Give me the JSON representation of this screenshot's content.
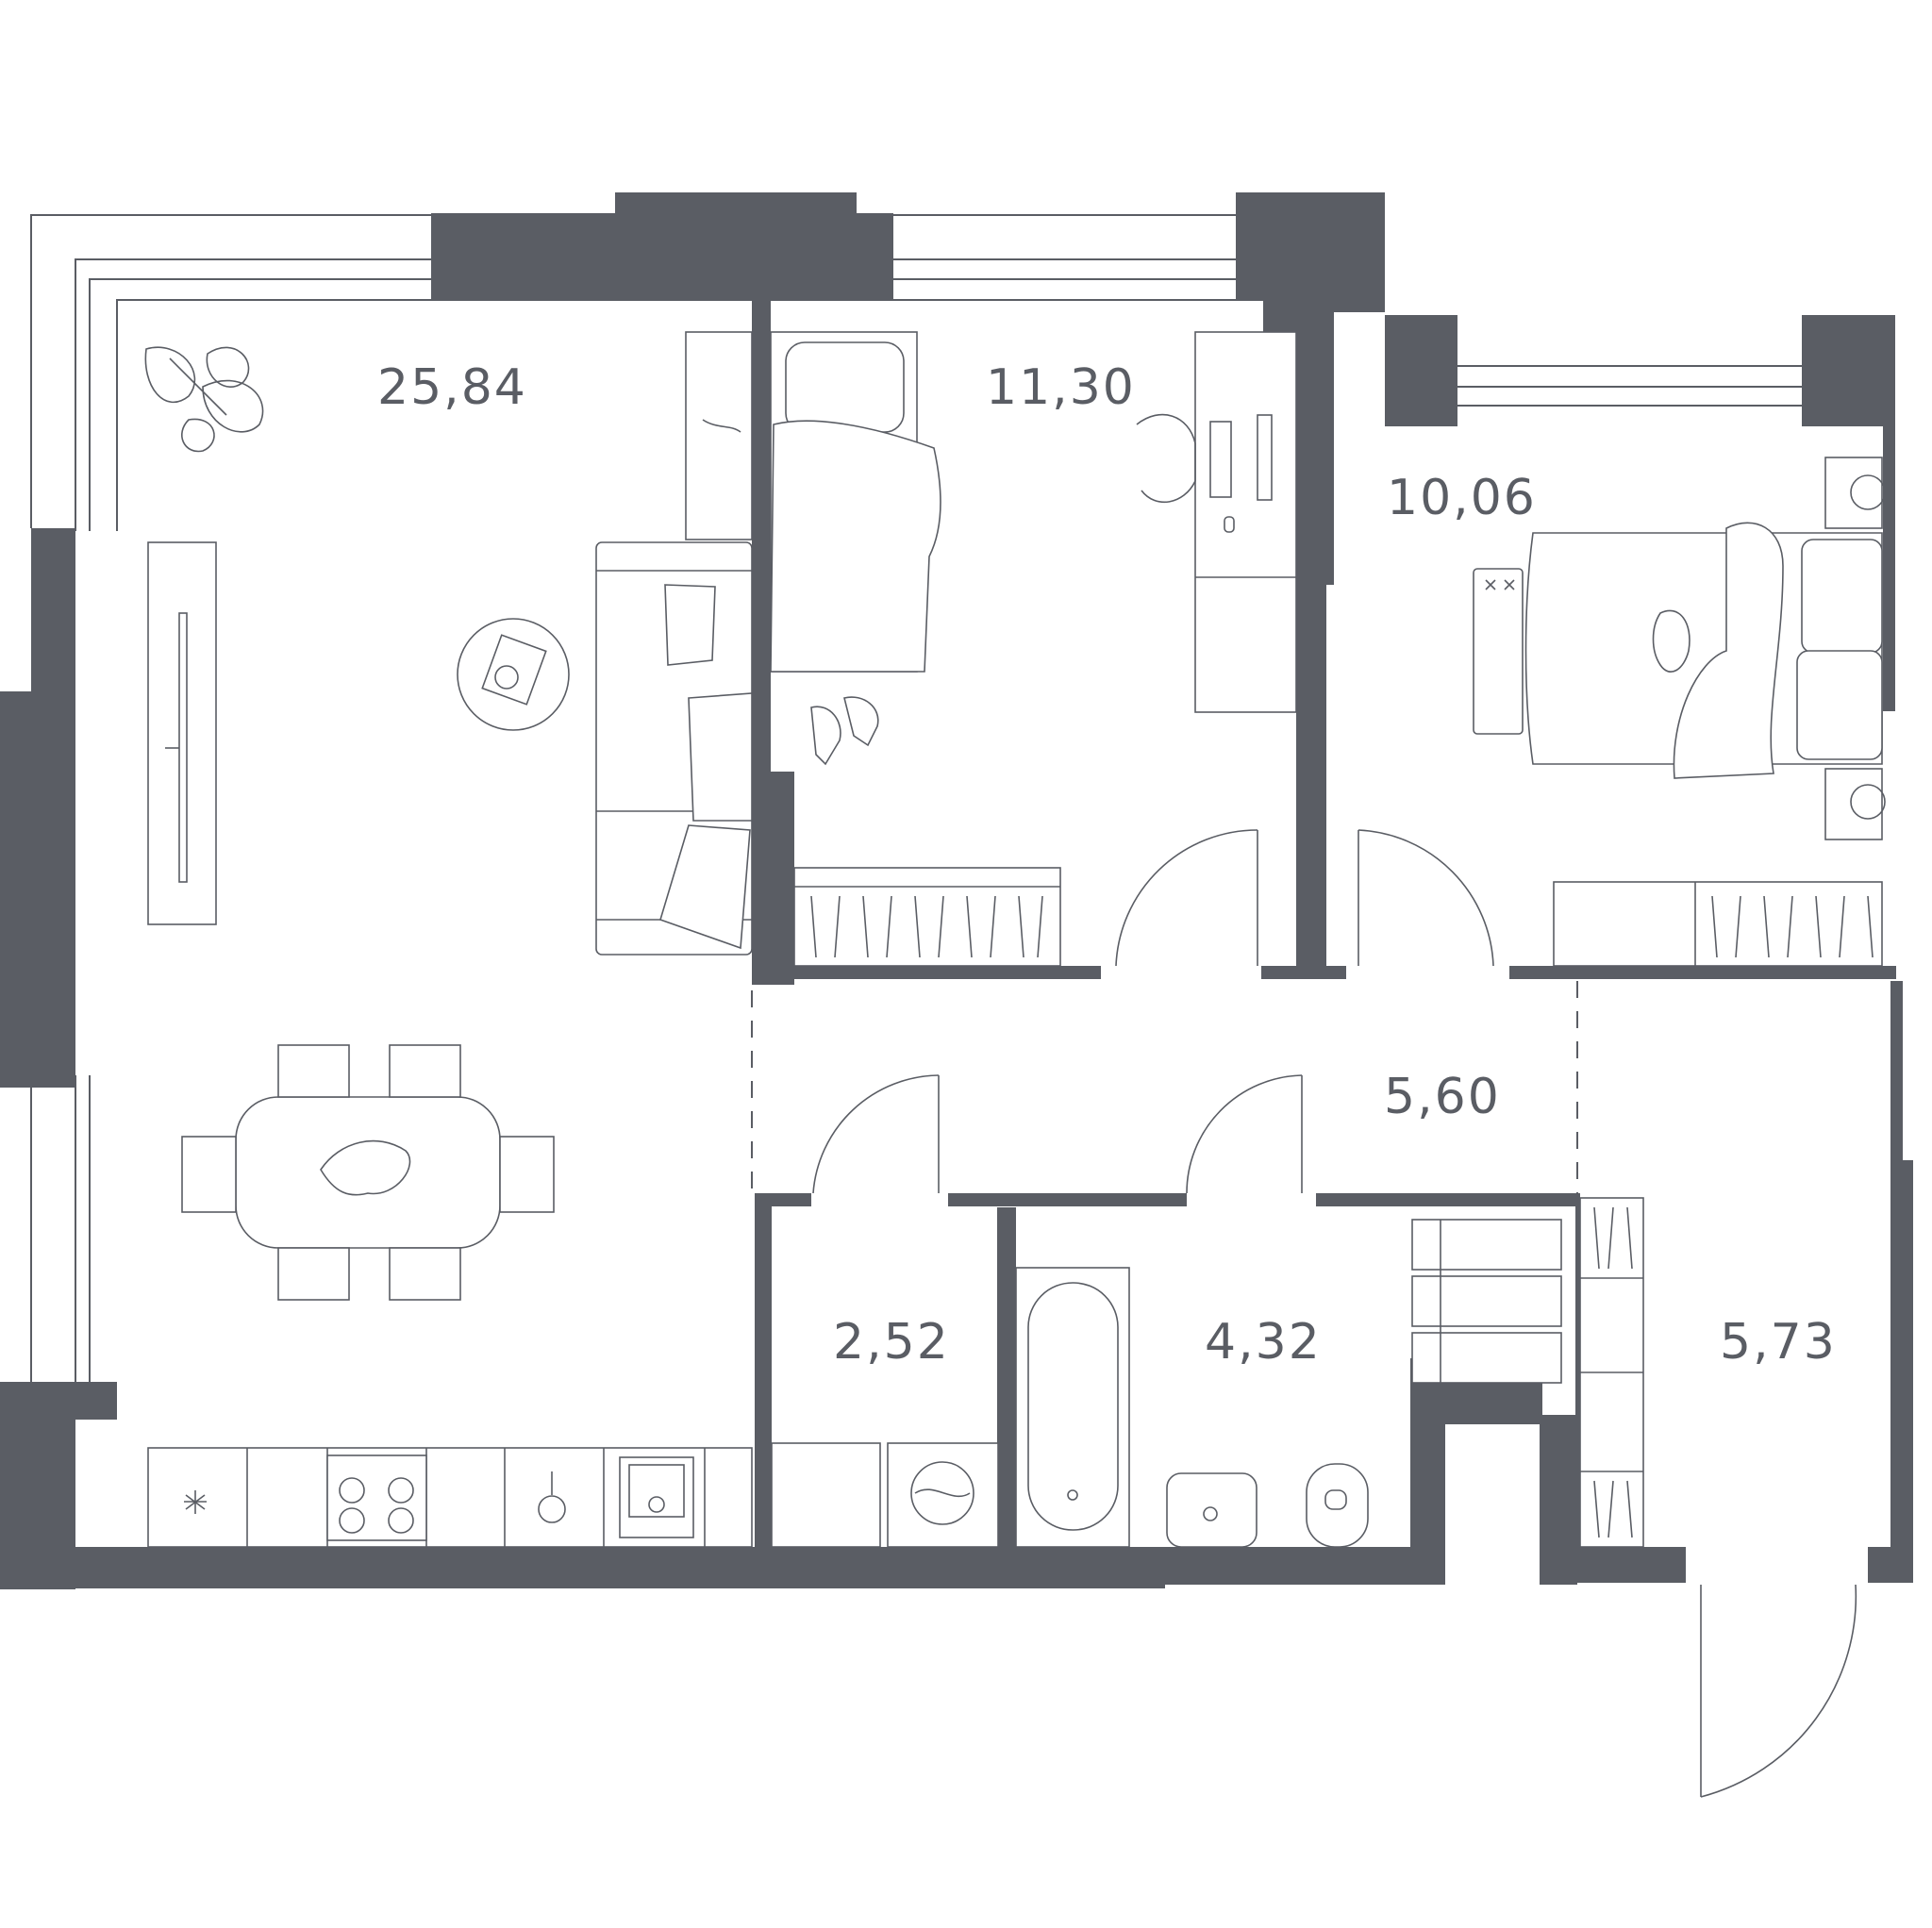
{
  "rooms": [
    {
      "id": "living",
      "area": "25,84"
    },
    {
      "id": "bedroom-1",
      "area": "11,30"
    },
    {
      "id": "bedroom-2",
      "area": "10,06"
    },
    {
      "id": "hall",
      "area": "5,60"
    },
    {
      "id": "wc",
      "area": "2,52"
    },
    {
      "id": "bathroom",
      "area": "4,32"
    },
    {
      "id": "entrance",
      "area": "5,73"
    }
  ],
  "colors": {
    "wall": "#5a5d64",
    "background": "#ffffff"
  },
  "icons": [
    "plant-icon",
    "coffee-table-icon",
    "sofa-icon",
    "tv-icon",
    "dining-table-icon",
    "bed-icon",
    "desk-icon",
    "rollerblades-icon",
    "wardrobe-icon",
    "bathtub-icon",
    "sink-icon",
    "toilet-icon",
    "washing-machine-icon",
    "stove-icon",
    "cat-icon"
  ]
}
